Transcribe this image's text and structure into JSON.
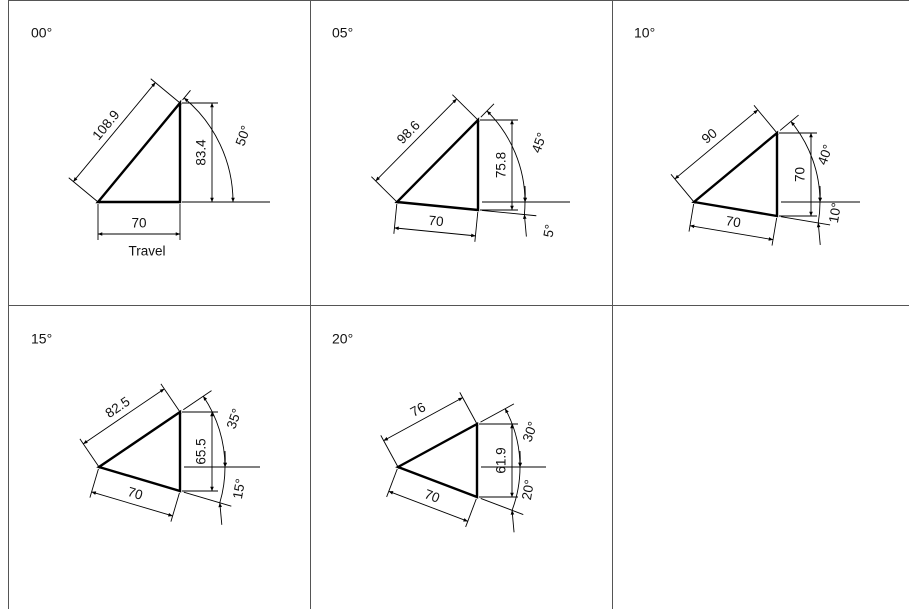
{
  "panels": [
    {
      "title": "00°",
      "hyp_label": "108.9",
      "vert_label": "83.4",
      "base_label": "70",
      "base_caption": "Travel",
      "upper_angle_label": "50°",
      "lower_angle_label": ""
    },
    {
      "title": "05°",
      "hyp_label": "98.6",
      "vert_label": "75.8",
      "base_label": "70",
      "base_caption": "",
      "upper_angle_label": "45°",
      "lower_angle_label": "5°"
    },
    {
      "title": "10°",
      "hyp_label": "90",
      "vert_label": "70",
      "base_label": "70",
      "base_caption": "",
      "upper_angle_label": "40°",
      "lower_angle_label": "10°"
    },
    {
      "title": "15°",
      "hyp_label": "82.5",
      "vert_label": "65.5",
      "base_label": "70",
      "base_caption": "",
      "upper_angle_label": "35°",
      "lower_angle_label": "15°"
    },
    {
      "title": "20°",
      "hyp_label": "76",
      "vert_label": "61.9",
      "base_label": "70",
      "base_caption": "",
      "upper_angle_label": "30°",
      "lower_angle_label": "20°"
    }
  ]
}
